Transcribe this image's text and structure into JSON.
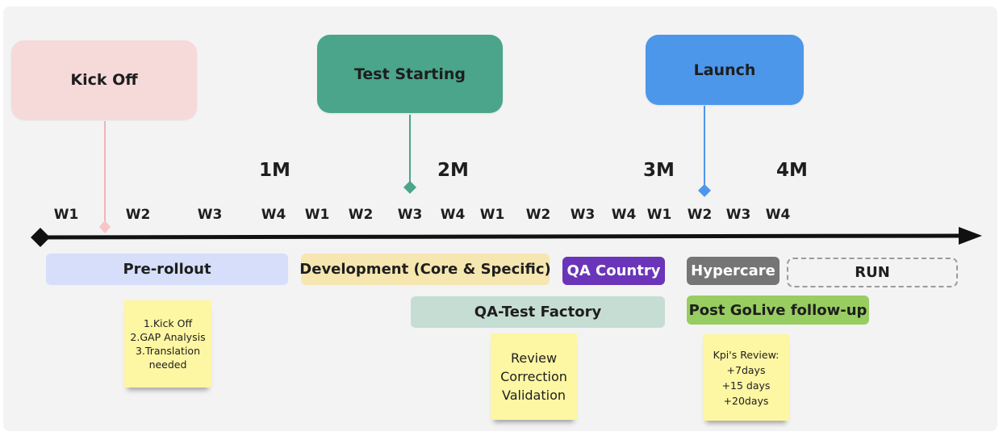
{
  "milestones": {
    "kickoff": "Kick Off",
    "test": "Test Starting",
    "launch": "Launch"
  },
  "months": [
    "1M",
    "2M",
    "3M",
    "4M"
  ],
  "weeks": [
    "W1",
    "W2",
    "W3",
    "W4",
    "W1",
    "W2",
    "W3",
    "W4",
    "W1",
    "W2",
    "W3",
    "W4",
    "W1",
    "W2",
    "W3",
    "W4"
  ],
  "phases": {
    "prerollout": "Pre-rollout",
    "development": "Development (Core & Specific)",
    "qa_country": "QA Country",
    "hypercare": "Hypercare",
    "run": "RUN",
    "qa_test_factory": "QA-Test Factory",
    "post_golive": "Post GoLive follow-up"
  },
  "notes": {
    "prerollout": [
      "1.Kick Off",
      "2.GAP Analysis",
      "3.Translation",
      "needed"
    ],
    "qa": [
      "Review",
      "Correction",
      "Validation"
    ],
    "kpi": [
      "Kpi's Review:",
      "+7days",
      "+15 days",
      "+20days"
    ]
  },
  "colors": {
    "kickoff": "#f6d9d9",
    "test": "#4aa58a",
    "launch": "#4d97ea",
    "prerollout": "#d6defa",
    "development": "#f6e6b0",
    "qa_country": "#6a35b8",
    "hypercare": "#757575",
    "qa_test_factory": "#c6ddd4",
    "post_golive": "#98cd62",
    "note": "#fdf6a3",
    "timeline": "#111111"
  }
}
